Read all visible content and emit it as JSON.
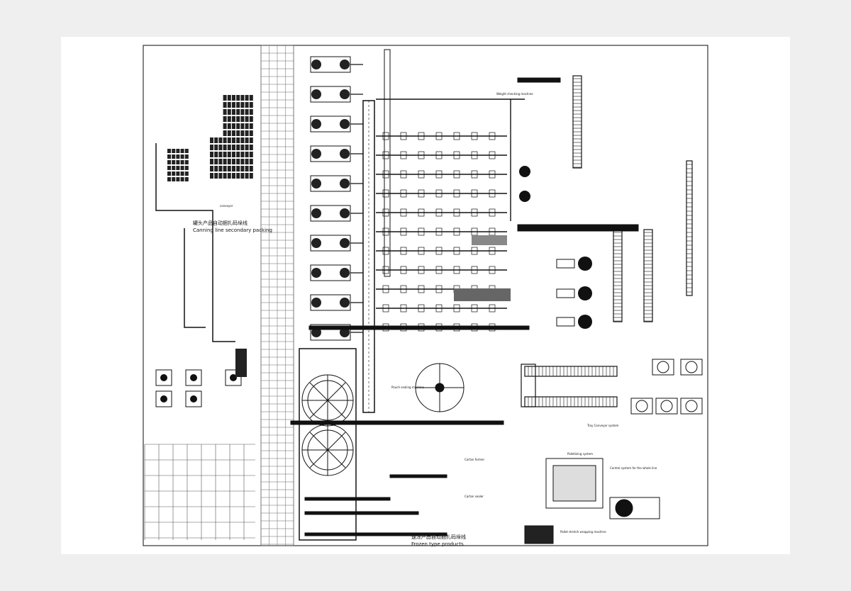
{
  "labels": {
    "canning_cn": "罐头产品自动捆扎码垛线",
    "canning_en": "Canning line secondary packing",
    "frozen_cn": "速冻产品自动捆扎码垛线",
    "frozen_en": "Frozen type products",
    "conveyor": "conveyor",
    "tray_conveyor": "Tray Conveyor system",
    "palletizing": "Palletizing system",
    "pouch_sealing": "Pouch sealing machine",
    "control_system": "Control system for the whole line",
    "weight_checking": "Weight checking machine",
    "carton_former": "Carton former",
    "carton_sealer": "Carton sealer",
    "stretch_wrapping": "Pallet stretch wrapping machine"
  },
  "icons": [
    "cooling-tower-icon",
    "tank-icon",
    "robot-palletizer-icon",
    "turntable-icon"
  ]
}
